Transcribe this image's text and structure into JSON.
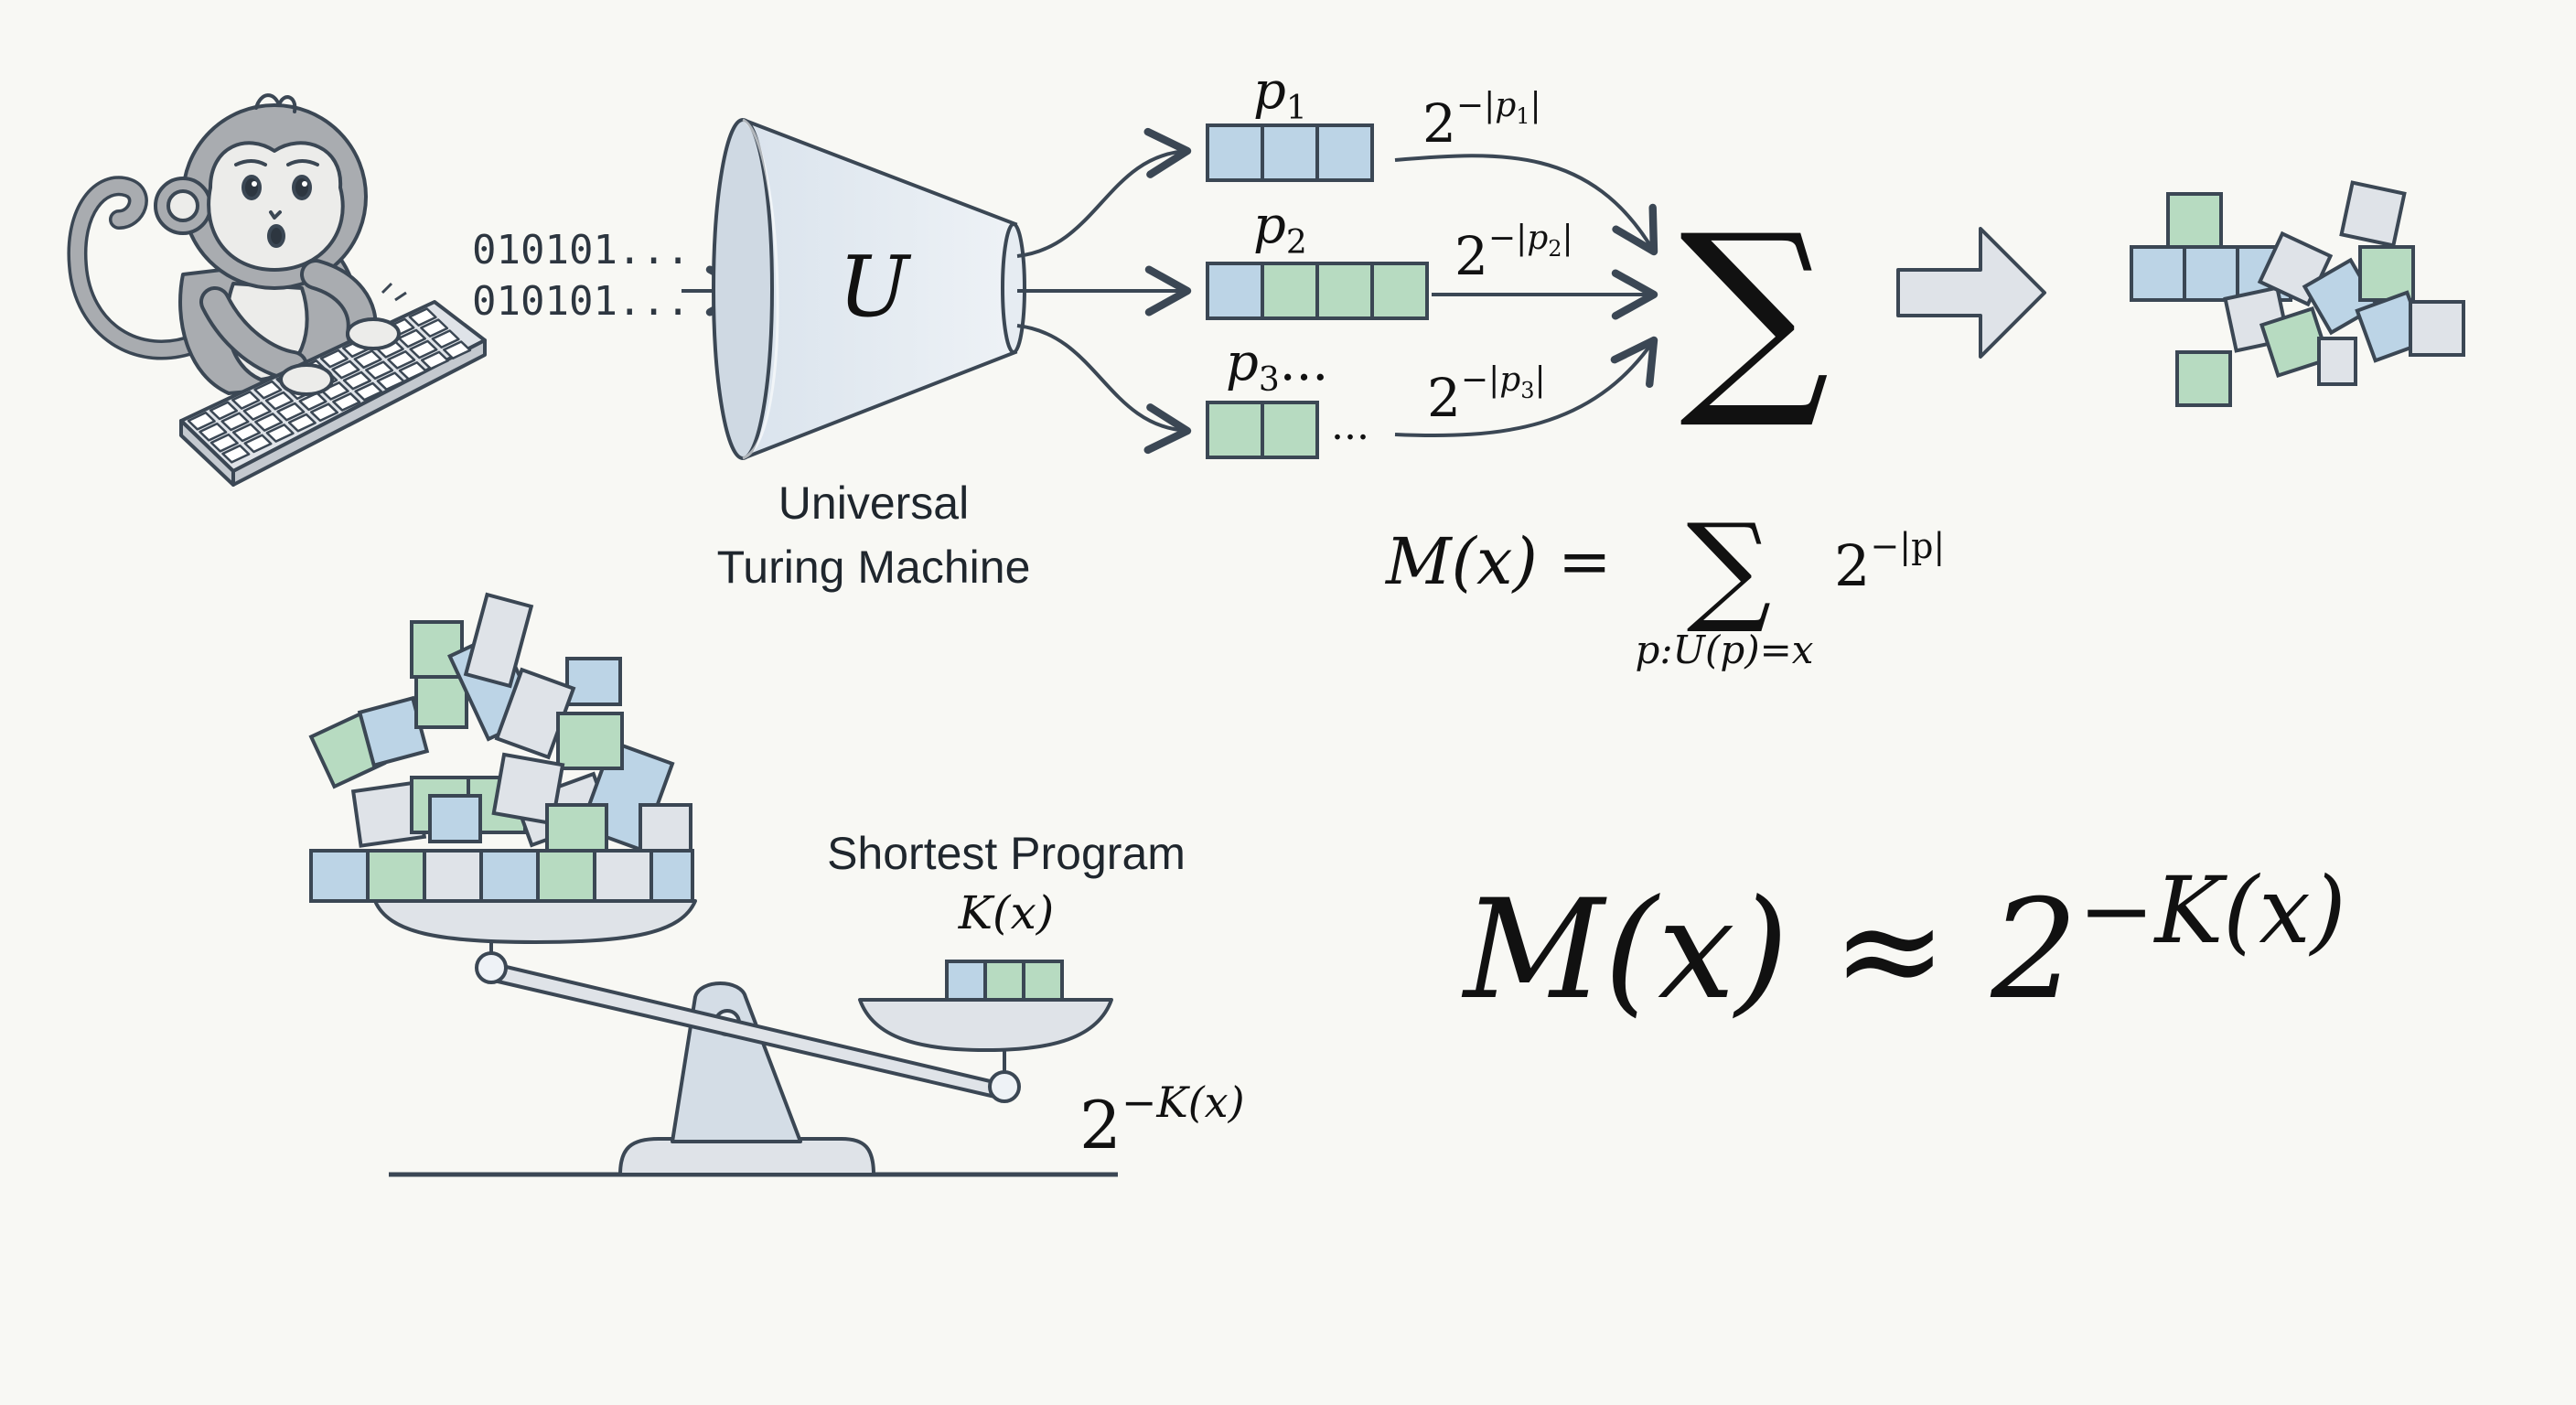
{
  "bit_stream": {
    "line1": "010101...",
    "line2": "010101..."
  },
  "utm": {
    "symbol": "U",
    "label_line1": "Universal",
    "label_line2": "Turing Machine"
  },
  "programs": [
    {
      "name": "p",
      "sub": "1",
      "weight_base": "2",
      "weight_exp": "−|",
      "weight_var": "p",
      "weight_sub": "1",
      "weight_close": "|"
    },
    {
      "name": "p",
      "sub": "2",
      "weight_base": "2",
      "weight_exp": "−|",
      "weight_var": "p",
      "weight_sub": "2",
      "weight_close": "|"
    },
    {
      "name": "p",
      "sub": "3",
      "suffix": "...",
      "trailing": "...",
      "weight_base": "2",
      "weight_exp": "−|",
      "weight_var": "p",
      "weight_sub": "3",
      "weight_close": "|"
    }
  ],
  "sum_symbol": "∑",
  "formula_mx": {
    "lhs": "M(x) =",
    "sum": "∑",
    "under": "p:U(p)=x",
    "base": "2",
    "exp": "−|p|"
  },
  "balance": {
    "label": "Shortest Program",
    "kx": "K(x)",
    "weight_base": "2",
    "weight_exp": "−K(x)"
  },
  "formula_approx": {
    "lhs": "M(x) ≈ 2",
    "exp": "−K(x)"
  },
  "colors": {
    "blue": "#bcd4e6",
    "green": "#b7dbc1",
    "gray": "#dfe3e8",
    "stroke": "#3b4754",
    "monkey": "#a9acb0",
    "monkey_face": "#ececea"
  }
}
